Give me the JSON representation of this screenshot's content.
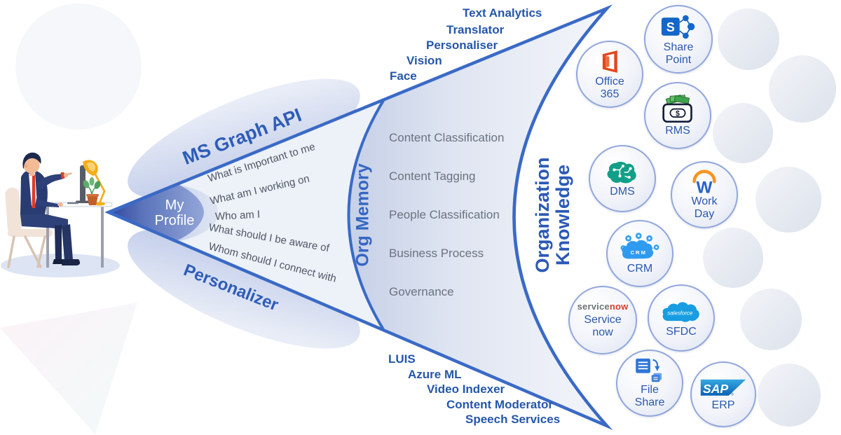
{
  "funnel": {
    "profile_label_lines": [
      "My",
      "Profile"
    ],
    "top_band_label": "MS Graph API",
    "bottom_band_label": "Personalizer",
    "questions": [
      "What is Important to me",
      "What am I working on",
      "Who am I",
      "What should I be aware of",
      "Whom should I connect with"
    ],
    "org_memory_label": "Org Memory",
    "org_memory_items": [
      "Content Classification",
      "Content Tagging",
      "People Classification",
      "Business Process",
      "Governance"
    ],
    "org_knowledge_label_lines": [
      "Organization",
      "Knowledge"
    ],
    "top_services": [
      "Text Analytics",
      "Translator",
      "Personaliser",
      "Vision",
      "Face"
    ],
    "bottom_services": [
      "LUIS",
      "Azure ML",
      "Video Indexer",
      "Content Moderator",
      "Speech Services"
    ]
  },
  "systems": [
    {
      "id": "office-365",
      "label_lines": [
        "Office",
        "365"
      ]
    },
    {
      "id": "sharepoint",
      "label_lines": [
        "Share",
        "Point"
      ],
      "icon_letter": "S"
    },
    {
      "id": "rms",
      "label_lines": [
        "RMS"
      ],
      "icon_symbol": "$"
    },
    {
      "id": "dms",
      "label_lines": [
        "DMS"
      ]
    },
    {
      "id": "workday",
      "label_lines": [
        "Work",
        "Day"
      ],
      "icon_letter": "W"
    },
    {
      "id": "crm",
      "label_lines": [
        "CRM"
      ],
      "icon_text": "CRM"
    },
    {
      "id": "servicenow",
      "label_lines": [
        "Service",
        "now"
      ],
      "logo_gray": "service",
      "logo_red": "now"
    },
    {
      "id": "sfdc",
      "label_lines": [
        "SFDC"
      ],
      "logo_text": "salesforce"
    },
    {
      "id": "fileshare",
      "label_lines": [
        "File",
        "Share"
      ]
    },
    {
      "id": "sap-erp",
      "label_lines": [
        "ERP"
      ],
      "logo_text": "SAP",
      "logo_mark": "®"
    }
  ],
  "colors": {
    "funnel_stroke": "#3a6ac6",
    "service_label": "#2456a9",
    "band_label": "#2e5cb7",
    "org_memory_label": "#3566c4",
    "org_knowledge_label": "#2b59b6",
    "memory_item_text": "#6b7380",
    "question_text": "#4e5765",
    "caption_blue": "#2b57ad",
    "office_orange": "#e4471e",
    "sharepoint_blue": "#1467c8",
    "dms_green": "#129f87",
    "workday_orange": "#f7941d",
    "crm_blue": "#2e9af0",
    "salesforce_blue": "#189de2",
    "servicenow_red": "#dc3a2c",
    "sap_blue": "#0a61b2",
    "money_green": "#4db457"
  }
}
